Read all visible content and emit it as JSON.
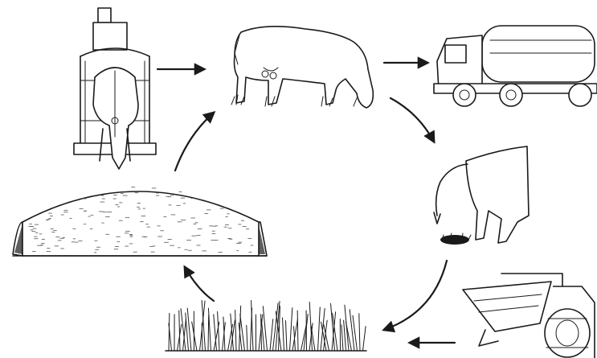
{
  "diagram": {
    "type": "cycle",
    "stages": [
      {
        "id": "milking",
        "icon": "milking-parlor-icon"
      },
      {
        "id": "cow",
        "icon": "grazing-cow-icon"
      },
      {
        "id": "milk-tanker",
        "icon": "milk-tanker-truck-icon"
      },
      {
        "id": "manure",
        "icon": "cow-dropping-manure-icon"
      },
      {
        "id": "spreader",
        "icon": "tractor-spreader-icon"
      },
      {
        "id": "grass",
        "icon": "grass-pasture-icon"
      },
      {
        "id": "silage",
        "icon": "silage-clamp-icon"
      }
    ],
    "colors": {
      "ink": "#1a1a1a",
      "background": "#ffffff"
    }
  }
}
